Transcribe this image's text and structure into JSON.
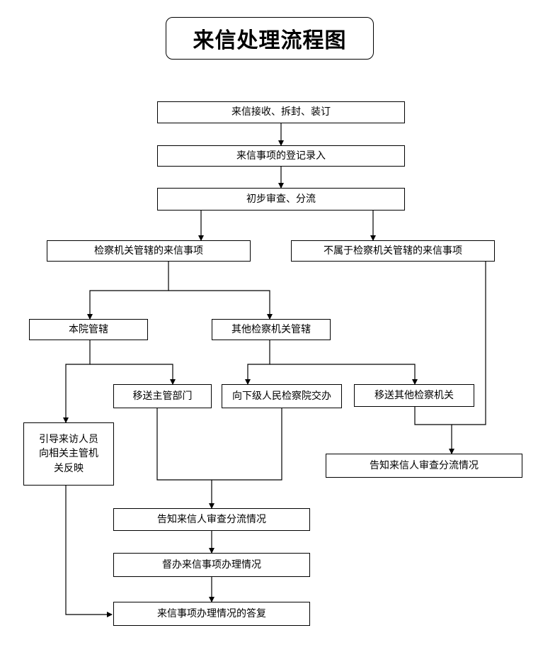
{
  "title": "来信处理流程图",
  "nodes": {
    "receive": "来信接收、拆封、装订",
    "register": "来信事项的登记录入",
    "initial_review": "初步审查、分流",
    "procuratorate_jurisdiction": "检察机关管辖的来信事项",
    "non_procuratorate": "不属于检察机关管辖的来信事项",
    "this_court": "本院管辖",
    "other_procuratorate": "其他检察机关管辖",
    "transfer_dept": "移送主管部门",
    "assign_lower": "向下级人民检察院交办",
    "transfer_other": "移送其他检察机关",
    "guide_visitor": "引导来访人员\n向相关主管机\n关反映",
    "notify_right": "告知来信人审查分流情况",
    "notify_center": "告知来信人审查分流情况",
    "supervise": "督办来信事项办理情况",
    "reply": "来信事项办理情况的答复"
  }
}
